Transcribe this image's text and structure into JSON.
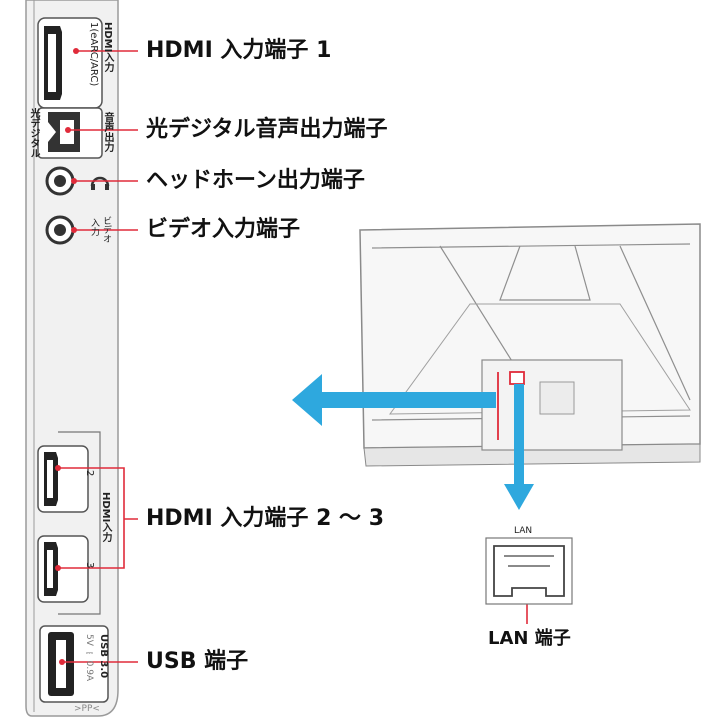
{
  "colors": {
    "panel_fill": "#f1f1f1",
    "panel_stroke": "#9a9a9a",
    "leader_red": "#e02b3a",
    "arrow_blue": "#2ea8de",
    "tv_fill": "#f7f7f7",
    "tv_stroke": "#8a8a8a",
    "text": "#111111"
  },
  "callouts": {
    "hdmi1": "HDMI 入力端子 1",
    "optical": "光デジタル音声出力端子",
    "headphone": "ヘッドホーン出力端子",
    "video": "ビデオ入力端子",
    "hdmi23": "HDMI 入力端子 2 ～ 3",
    "usb": "USB 端子",
    "lan": "LAN 端子"
  },
  "panel_labels": {
    "hdmi1_line1": "HDMI入力",
    "hdmi1_line2": "1(eARC/ARC)",
    "optical_line1": "音声出力",
    "optical_line2": "光デジタル",
    "headphone_icon": "headphones-icon",
    "video_line1": "ビデオ",
    "video_line2": "入力",
    "hdmi_group": "HDMI入力",
    "hdmi2_num": "2",
    "hdmi3_num": "3",
    "usb_line1": "USB 3.0",
    "usb_line2": "5V ⎓ 0.9A",
    "bottom_mark": ">PP<"
  },
  "lan_box_label": "LAN"
}
